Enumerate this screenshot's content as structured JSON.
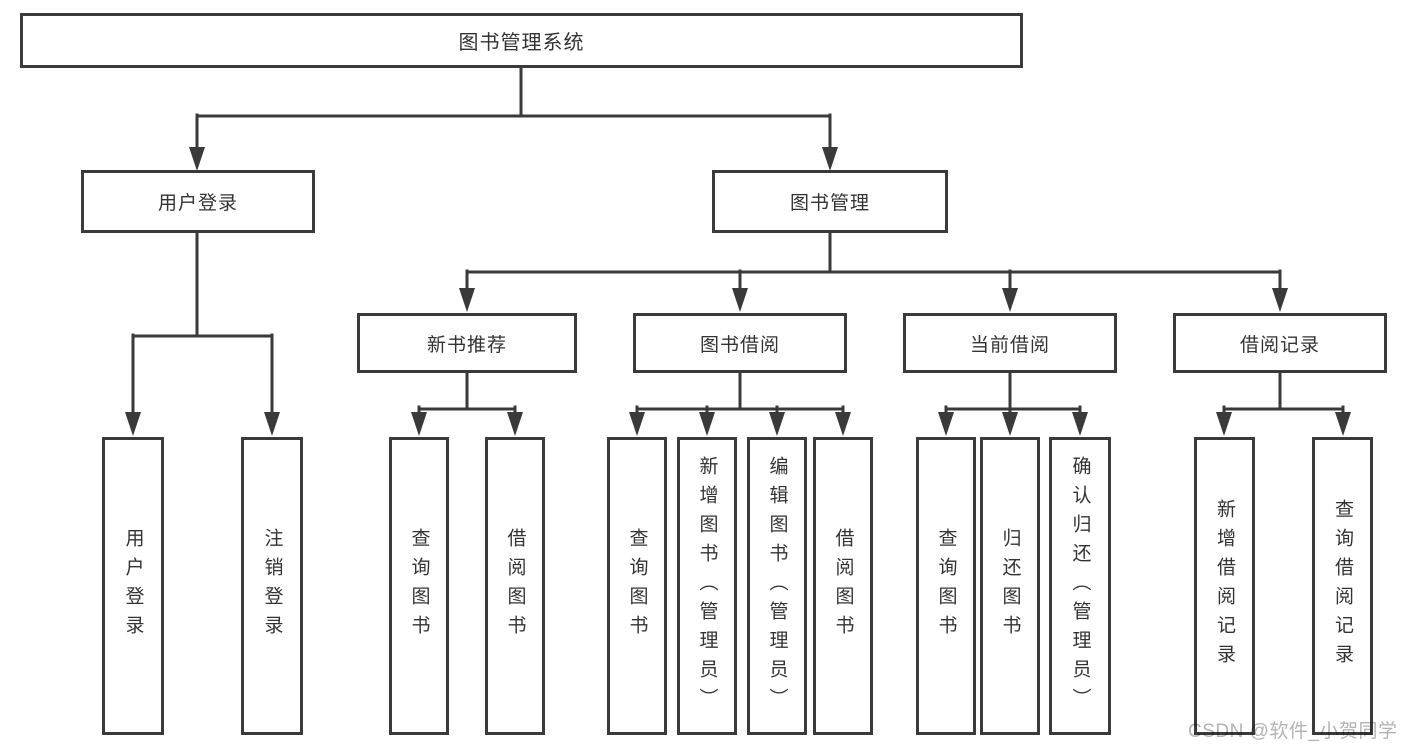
{
  "diagram_title": "图书管理系统",
  "watermark": "CSDN @软件_小贺同学",
  "colors": {
    "line": "#3a3a3a",
    "box_border": "#3a3a3a",
    "box_background": "#ffffff",
    "text": "#333333",
    "watermark": "#b3b3b3",
    "page_background": "#ffffff"
  },
  "nodes": {
    "root": {
      "label": "图书管理系统"
    },
    "user_login": {
      "label": "用户登录"
    },
    "book_management": {
      "label": "图书管理"
    },
    "new_book_recommend": {
      "label": "新书推荐"
    },
    "book_borrow": {
      "label": "图书借阅"
    },
    "current_borrow": {
      "label": "当前借阅"
    },
    "borrow_records": {
      "label": "借阅记录"
    },
    "login_children": [
      {
        "label": "用户登录"
      },
      {
        "label": "注销登录"
      }
    ],
    "new_book_children": [
      {
        "label": "查询图书"
      },
      {
        "label": "借阅图书"
      }
    ],
    "book_borrow_children": [
      {
        "label": "查询图书"
      },
      {
        "label": "新增图书（管理员）"
      },
      {
        "label": "编辑图书（管理员）"
      },
      {
        "label": "借阅图书"
      }
    ],
    "current_borrow_children": [
      {
        "label": "查询图书"
      },
      {
        "label": "归还图书"
      },
      {
        "label": "确认归还（管理员）"
      }
    ],
    "borrow_records_children": [
      {
        "label": "新增借阅记录"
      },
      {
        "label": "查询借阅记录"
      }
    ]
  }
}
